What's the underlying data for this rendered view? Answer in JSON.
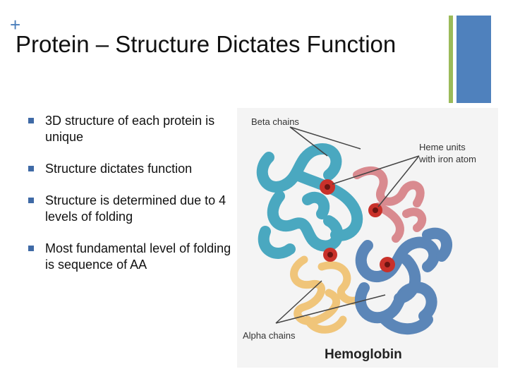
{
  "slide": {
    "plus_glyph": "+",
    "title": "Protein – Structure Dictates Function",
    "bullets": [
      "3D structure of each protein is unique",
      "Structure dictates function",
      "Structure is determined due to 4 levels of folding",
      "Most fundamental level of folding is sequence of AA"
    ]
  },
  "figure": {
    "label_beta": "Beta chains",
    "label_heme_line1": "Heme units",
    "label_heme_line2": "with iron atom",
    "label_alpha": "Alpha chains",
    "caption": "Hemoglobin"
  },
  "colors": {
    "accent_green": "#9bbb59",
    "accent_blue": "#4f81bd",
    "beta_chain_teal": "#4aa8c0",
    "beta_chain_pink": "#d98a8f",
    "alpha_chain_blue": "#5b86b8",
    "alpha_chain_yellow": "#f0c57a",
    "heme_red": "#c9312a"
  }
}
